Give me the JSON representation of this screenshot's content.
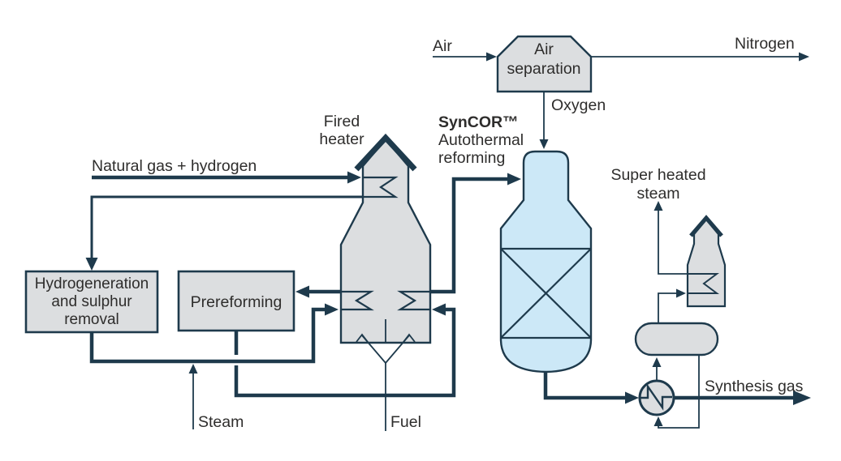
{
  "colors": {
    "background": "#ffffff",
    "line_dark": "#1e3a4c",
    "equipment_fill": "#dcdee0",
    "vessel_blue": "#cce8f7",
    "text": "#2e2d2c"
  },
  "air_separation": {
    "label_line1": "Air",
    "label_line2": "separation"
  },
  "streams": {
    "air": "Air",
    "nitrogen": "Nitrogen",
    "oxygen": "Oxygen",
    "natural_gas": "Natural gas + hydrogen",
    "steam": "Steam",
    "fuel": "Fuel",
    "super_heated_steam_line1": "Super heated",
    "super_heated_steam_line2": "steam",
    "synthesis_gas": "Synthesis gas"
  },
  "equipment": {
    "fired_heater": {
      "label_line1": "Fired",
      "label_line2": "heater"
    },
    "syncor": {
      "label_line1": "SynCOR™",
      "label_line2": "Autothermal",
      "label_line3": "reforming"
    },
    "hds": {
      "label_line1": "Hydrogeneration",
      "label_line2": "and sulphur",
      "label_line3": "removal"
    },
    "prereforming": {
      "label": "Prereforming"
    }
  }
}
